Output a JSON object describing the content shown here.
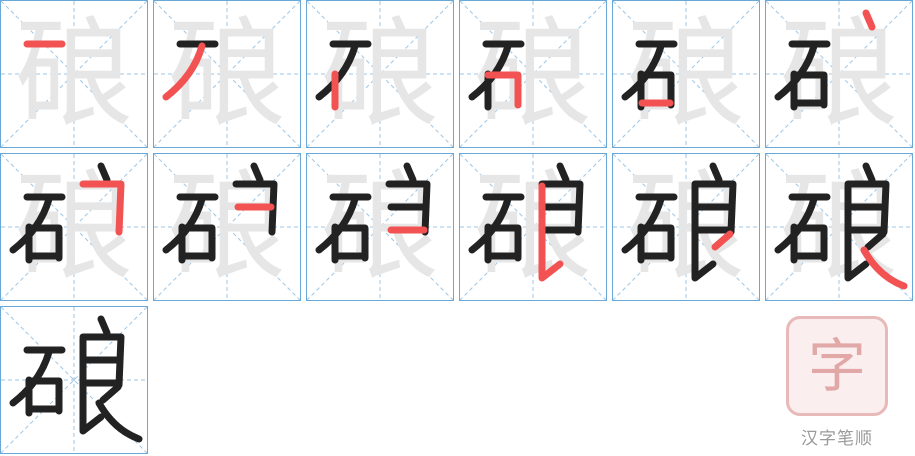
{
  "character": "硠",
  "ghost_character": "硠",
  "watermark_text": "汉字笔顺",
  "stamp_character": "字",
  "colors": {
    "grid_border": "#6aa8d8",
    "guide_line": "#9cc6e6",
    "ghost": "#e6e6e6",
    "stroke_done": "#222222",
    "stroke_current": "#f25252",
    "stamp": "#e2a8a8"
  },
  "steps": [
    1,
    2,
    3,
    4,
    5,
    6,
    7,
    8,
    9,
    10,
    11,
    12,
    13
  ]
}
